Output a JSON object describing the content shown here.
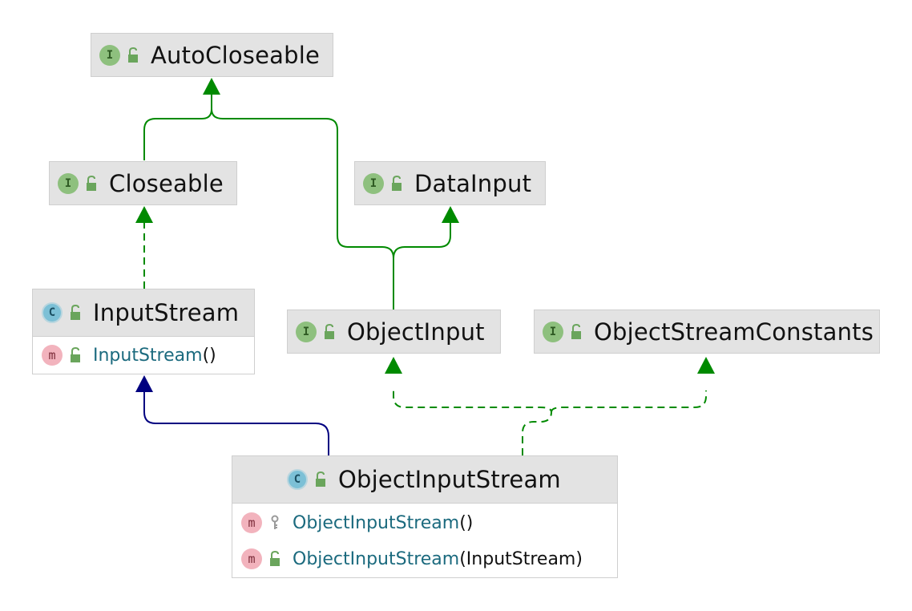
{
  "nodes": {
    "autocloseable": {
      "kind": "I",
      "name": "AutoCloseable"
    },
    "closeable": {
      "kind": "I",
      "name": "Closeable"
    },
    "datainput": {
      "kind": "I",
      "name": "DataInput"
    },
    "inputstream": {
      "kind": "C",
      "name": "InputStream",
      "members": [
        {
          "kind": "m",
          "name": "InputStream",
          "params": "()",
          "visibility": "public"
        }
      ]
    },
    "objectinput": {
      "kind": "I",
      "name": "ObjectInput"
    },
    "objectstreamconstants": {
      "kind": "I",
      "name": "ObjectStreamConstants"
    },
    "objectinputstream": {
      "kind": "C",
      "name": "ObjectInputStream",
      "members": [
        {
          "kind": "m",
          "name": "ObjectInputStream",
          "params": "()",
          "visibility": "protected"
        },
        {
          "kind": "m",
          "name": "ObjectInputStream",
          "params": "(InputStream)",
          "visibility": "public"
        }
      ]
    }
  },
  "colors": {
    "interface_edge": "#008a00",
    "class_edge": "#000080",
    "method_name": "#1b6a7e",
    "header_bg": "#e3e3e3"
  },
  "icons": {
    "interface_badge": "interface-icon",
    "class_badge": "class-icon",
    "method_badge": "method-icon",
    "public": "unlocked-icon",
    "protected": "key-icon"
  }
}
